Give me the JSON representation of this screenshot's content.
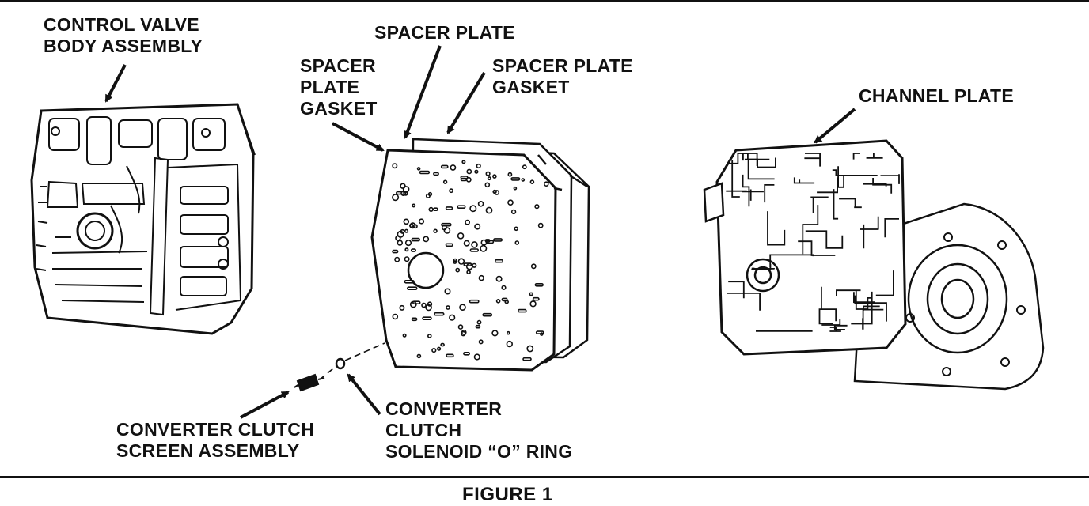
{
  "labels": {
    "control_valve_body": [
      "CONTROL VALVE",
      "BODY ASSEMBLY"
    ],
    "spacer_plate": [
      "SPACER PLATE"
    ],
    "spacer_plate_gasket_left": [
      "SPACER",
      "PLATE",
      "GASKET"
    ],
    "spacer_plate_gasket_right": [
      "SPACER PLATE",
      "GASKET"
    ],
    "channel_plate": [
      "CHANNEL PLATE"
    ],
    "converter_clutch_screen": [
      "CONVERTER CLUTCH",
      "SCREEN ASSEMBLY"
    ],
    "converter_clutch_o_ring": [
      "CONVERTER",
      "CLUTCH",
      "SOLENOID “O” RING"
    ]
  },
  "caption": "FIGURE 1",
  "colors": {
    "ink": "#111111",
    "paper": "#ffffff"
  }
}
